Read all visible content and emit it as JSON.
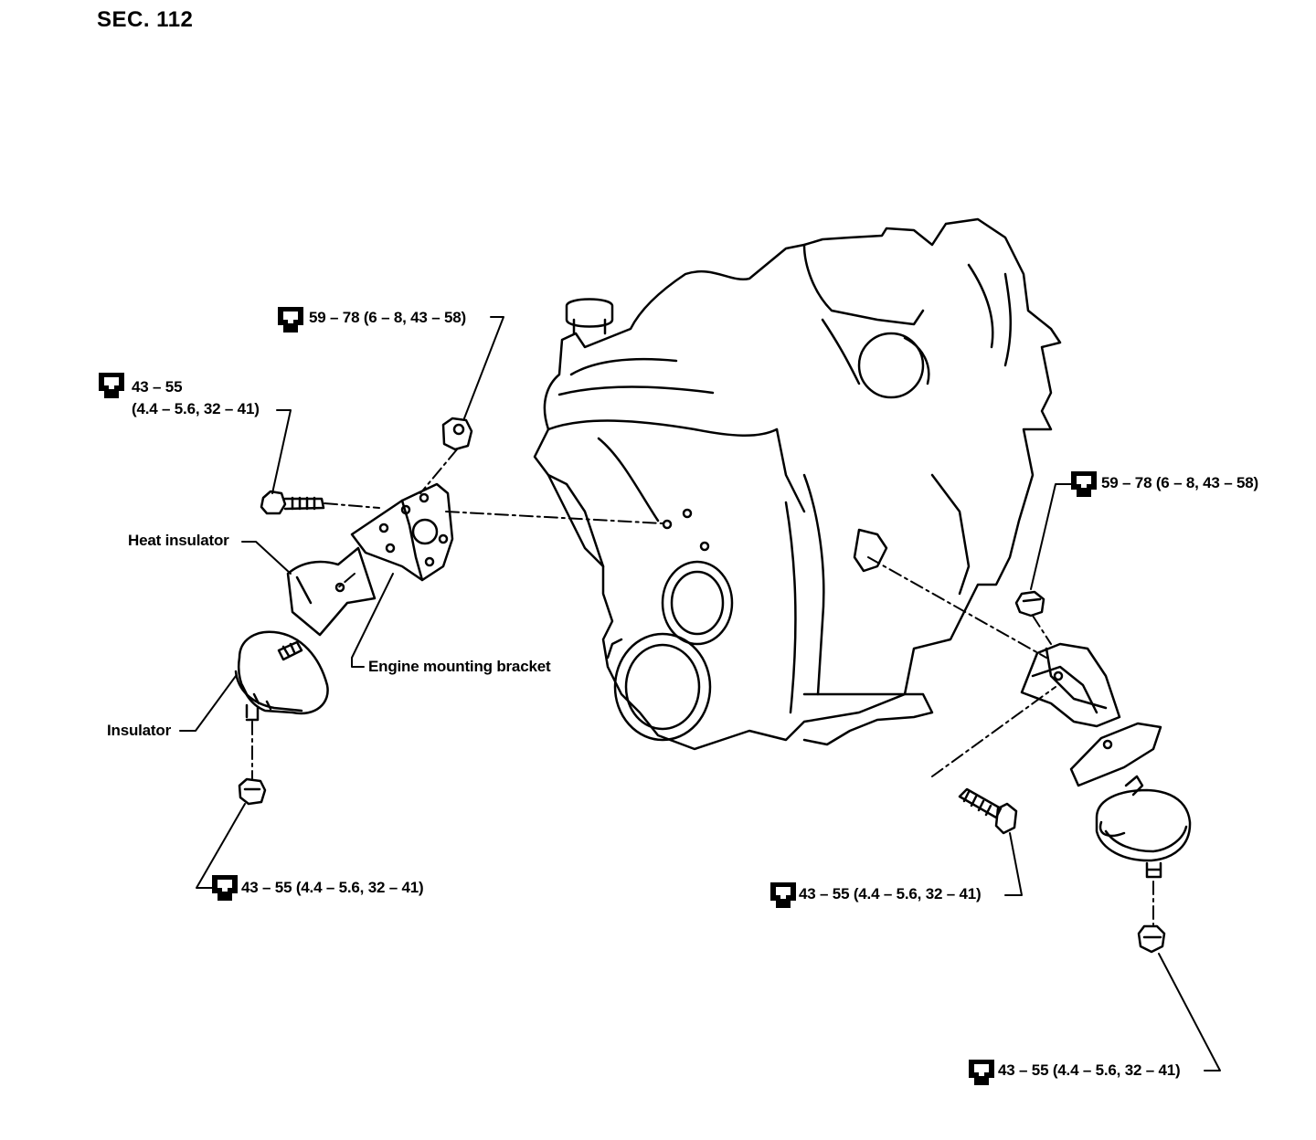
{
  "section_title": "SEC. 112",
  "labels": {
    "heat_insulator": "Heat insulator",
    "engine_mounting_bracket": "Engine mounting bracket",
    "insulator": "Insulator"
  },
  "torque_specs": {
    "left_top_nut": "59 – 78 (6 – 8, 43 – 58)",
    "left_bolt_line1": "43 – 55",
    "left_bolt_line2": "(4.4 – 5.6, 32 – 41)",
    "left_bottom_nut": "43 – 55 (4.4 – 5.6, 32 – 41)",
    "right_top_nut": "59 – 78 (6 – 8, 43 – 58)",
    "right_bolt": "43 – 55 (4.4 – 5.6, 32 – 41)",
    "right_bottom_nut": "43 – 55 (4.4 – 5.6, 32 – 41)"
  },
  "icons": [
    "torque-wrench-icon"
  ]
}
